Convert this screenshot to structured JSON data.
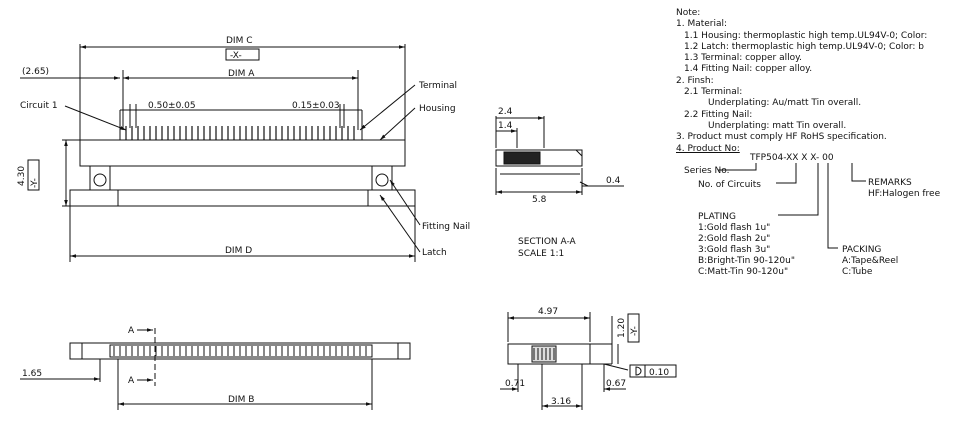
{
  "top_view": {
    "dim_c": "DIM C",
    "x_box": "-X-",
    "offset": "(2.65)",
    "dim_a": "DIM A",
    "pitch": "0.50±0.05",
    "tol": "0.15±0.03",
    "circuit1": "Circuit 1",
    "terminal": "Terminal",
    "housing": "Housing",
    "height": "4.30",
    "y_box": "-Y-",
    "fitting_nail": "Fitting Nail",
    "latch": "Latch",
    "dim_d": "DIM D"
  },
  "section": {
    "d1": "2.4",
    "d2": "1.4",
    "d3": "5.8",
    "d4": "0.4",
    "label1": "SECTION  A-A",
    "label2": "SCALE     1:1"
  },
  "bottom_view": {
    "a_top": "A",
    "a_bottom": "A",
    "d165": "1.65",
    "dim_b": "DIM B"
  },
  "side_view": {
    "d497": "4.97",
    "d120": "1.20",
    "y_box": "-Y-",
    "d071": "0.71",
    "d316": "3.16",
    "d067": "0.67",
    "flat": "0.10"
  },
  "notes": {
    "title": "Note:",
    "n1": "1.  Material:",
    "n11": "1.1  Housing: thermoplastic high temp.UL94V-0; Color: ",
    "n12": "1.2  Latch: thermoplastic high temp.UL94V-0; Color: b",
    "n13": "1.3  Terminal: copper alloy.",
    "n14": "1.4  Fitting Nail: copper alloy.",
    "n2": "2.  Finsh:",
    "n21": "2.1  Terminal:",
    "n21a": "Underplating: Au/matt Tin overall.",
    "n22": "2.2  Fitting Nail:",
    "n22a": "Underplating:  matt Tin overall.",
    "n3": "3.  Product must comply HF RoHS specification.",
    "n4": "4.  Product No:"
  },
  "product_no": {
    "code": "TFP504-XX X X- 00",
    "series": "Series No.",
    "circuits": "No. of Circuits",
    "remarks": "REMARKS",
    "remarks_hf": "HF:Halogen free",
    "plating": "PLATING",
    "plating_options": [
      "1:Gold flash  1u\"",
      "2:Gold flash  2u\"",
      "3:Gold flash  3u\"",
      "B:Bright-Tin  90-120u\"",
      "C:Matt-Tin  90-120u\""
    ],
    "packing": "PACKING",
    "packing_options": [
      "A:Tape&Reel",
      "C:Tube"
    ]
  }
}
